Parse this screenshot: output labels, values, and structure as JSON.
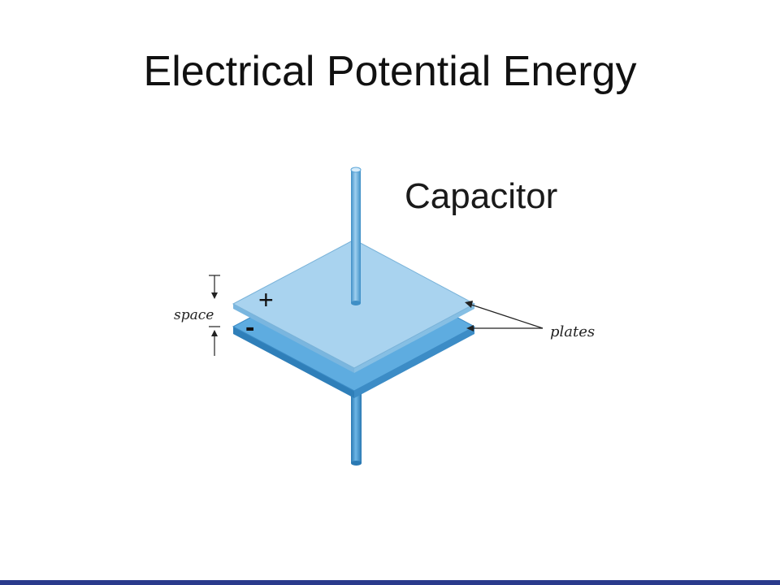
{
  "slide": {
    "title": "Electrical Potential Energy"
  },
  "diagram": {
    "heading": "Capacitor",
    "positive_sign": "+",
    "negative_sign": "-",
    "space_label": "space",
    "plates_label": "plates",
    "colors": {
      "top_plate": "#a9d3ef",
      "bottom_plate": "#4ba0d6",
      "rod": "#5aa5d8",
      "outline": "#7ab3d9",
      "bottom_rule": "#2a3a8c"
    }
  }
}
